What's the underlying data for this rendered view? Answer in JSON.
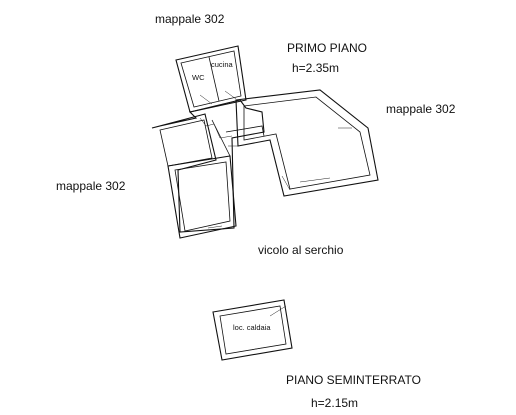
{
  "labels": {
    "mappale_top": "mappale 302",
    "mappale_right": "mappale 302",
    "mappale_left": "mappale 302",
    "primo_piano": "PRIMO PIANO",
    "h_primo": "h=2.35m",
    "wc": "WC",
    "cucina": "cucina",
    "vicolo": "vicolo al serchio",
    "loc_caldaia": "loc. caldaia",
    "piano_seminterrato": "PIANO SEMINTERRATO",
    "h_seminterrato": "h=2.15m"
  }
}
